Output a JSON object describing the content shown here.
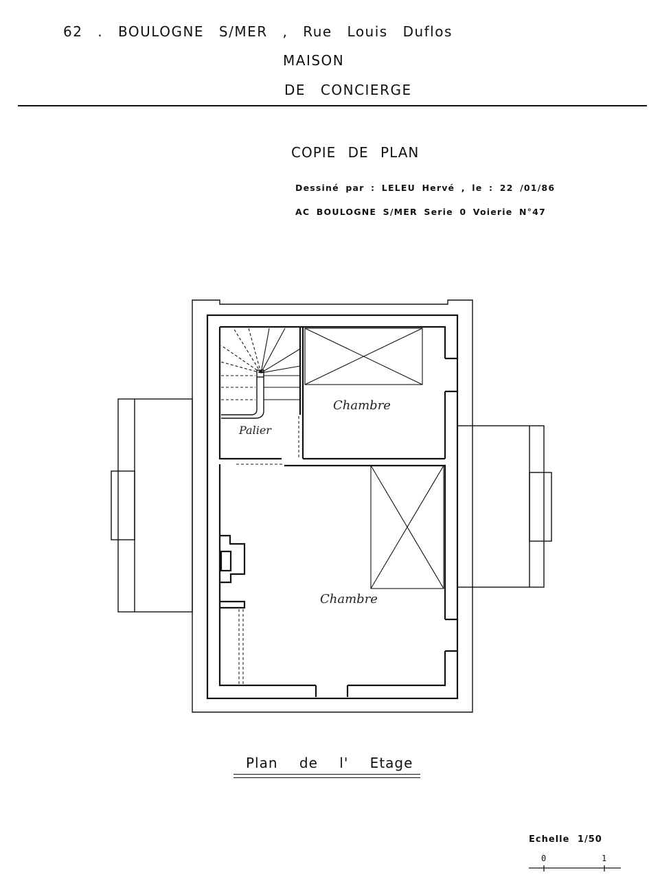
{
  "header": {
    "line1": "62 . BOULOGNE  S/MER  , Rue  Louis  Duflos",
    "line2": "MAISON",
    "line3": "DE   CONCIERGE"
  },
  "document": {
    "title": "COPIE  DE  PLAN",
    "drawn_by": "Dessiné  par : LELEU  Hervé , le : 22 /01/86",
    "archive_ref": "AC  BOULOGNE  S/MER  Serie 0  Voierie  N°47"
  },
  "plan": {
    "rooms": {
      "chambre_top": "Chambre",
      "palier": "Palier",
      "chambre_main": "Chambre"
    },
    "caption": "Plan    de    l' Etage"
  },
  "scale": {
    "label": "Echelle   1/50",
    "tick_start": "0",
    "tick_end": "1"
  }
}
